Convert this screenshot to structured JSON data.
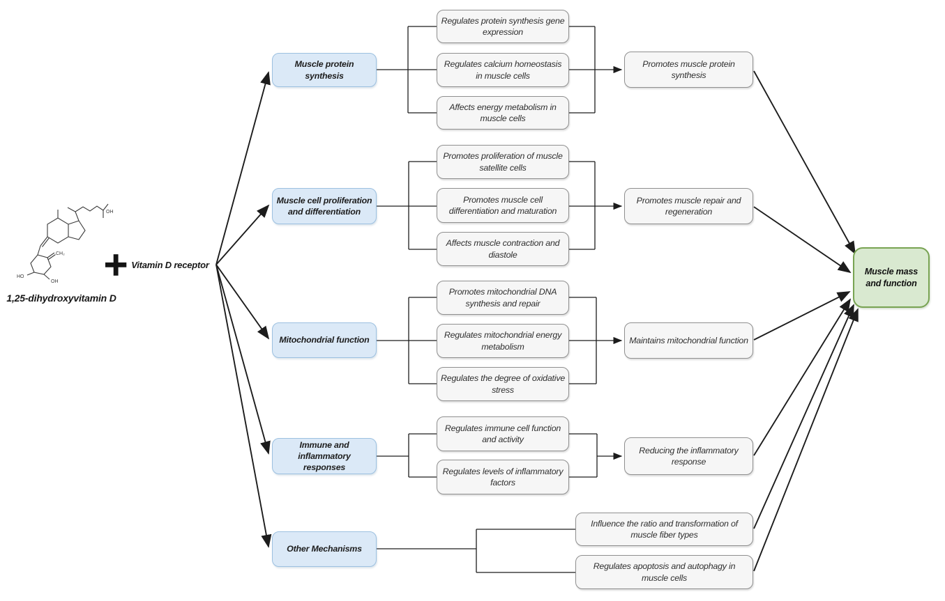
{
  "inputs": {
    "molecule_label": "1,25-dihydroxyvitamin D",
    "plus_sign": "+",
    "receptor_label": "Vitamin D receptor",
    "structure_atoms": {
      "oh_chain": "OH",
      "ch2": "CH₂",
      "ho_ring": "HO",
      "oh_ring": "OH"
    }
  },
  "groups": [
    {
      "category": "Muscle protein synthesis",
      "mechanisms": [
        "Regulates protein synthesis gene expression",
        "Regulates calcium homeostasis in muscle cells",
        "Affects energy metabolism in muscle cells"
      ],
      "result": "Promotes muscle protein synthesis"
    },
    {
      "category": "Muscle cell proliferation and differentiation",
      "mechanisms": [
        "Promotes proliferation of muscle satellite cells",
        "Promotes muscle cell differentiation and maturation",
        "Affects muscle contraction and diastole"
      ],
      "result": "Promotes muscle repair and regeneration"
    },
    {
      "category": "Mitochondrial function",
      "mechanisms": [
        "Promotes mitochondrial DNA synthesis and repair",
        "Regulates mitochondrial energy metabolism",
        "Regulates the degree of oxidative stress"
      ],
      "result": "Maintains mitochondrial function"
    },
    {
      "category": "Immune and inflammatory responses",
      "mechanisms": [
        "Regulates immune cell function and activity",
        "Regulates levels of inflammatory factors"
      ],
      "result": "Reducing the inflammatory response"
    },
    {
      "category": "Other Mechanisms",
      "mechanisms": [
        "Influence the ratio and transformation of muscle fiber types",
        "Regulates apoptosis and autophagy in muscle cells"
      ],
      "result": null
    }
  ],
  "outcome_label": "Muscle mass and function",
  "colors": {
    "category_fill": "#dbe9f7",
    "category_border": "#9cc0e0",
    "mechanism_fill": "#f6f6f6",
    "mechanism_border": "#8f8f8f",
    "outcome_fill": "#d9e9d0",
    "outcome_border": "#78a352",
    "connector": "#1c1c1c"
  }
}
